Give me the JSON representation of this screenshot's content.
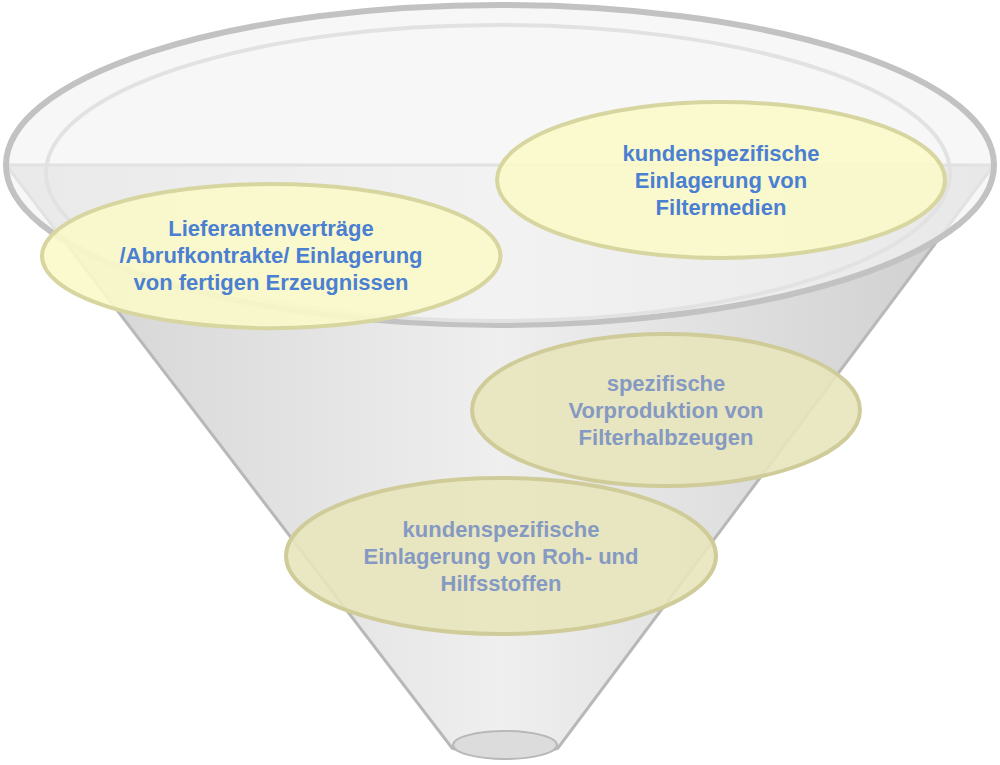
{
  "diagram": {
    "nodes": [
      {
        "text": [
          "Lieferantenverträge /Abrufkontrakte/ Einlagerung von fertigen Erzeugnissen"
        ]
      },
      {
        "text": [
          "kundenspezifische Einlagerung von Filtermedien"
        ]
      },
      {
        "text": [
          "spezifische Vorproduktion von Filterhalbzeugen"
        ]
      },
      {
        "text": [
          "kundenspezifische Einlagerung von Roh- und Hilfsstoffen"
        ]
      }
    ]
  }
}
